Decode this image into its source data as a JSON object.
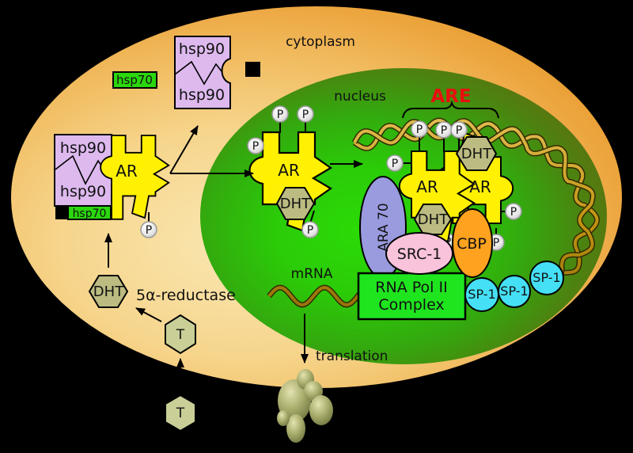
{
  "regions": {
    "cytoplasm": "cytoplasm",
    "nucleus": "nucleus"
  },
  "labels": {
    "hsp90": "hsp90",
    "hsp70": "hsp70",
    "ar": "AR",
    "dht": "DHT",
    "t": "T",
    "p": "P",
    "are": "ARE",
    "ara70": "ARA 70",
    "src1": "SRC-1",
    "cbp": "CBP",
    "sp1": "SP-1",
    "rna_pol_line1": "RNA Pol II",
    "rna_pol_line2": "Complex",
    "mrna": "mRNA",
    "translation": "translation",
    "reductase": "5α-reductase"
  },
  "colors": {
    "cell_orange": "#eda93f",
    "cell_light": "#f9e2a8",
    "nucleus_green": "#2bd906",
    "nucleus_edge": "#686c12",
    "hsp90_purple": "#ddb9ee",
    "hsp70_green": "#2bd70d",
    "ar_yellow": "#fff101",
    "dht_khaki": "#bcbc82",
    "t_khaki": "#c9cf97",
    "p_gray": "#e8e8e8",
    "ara70_purple": "#9a9adf",
    "src1_pink": "#f9c3dc",
    "cbp_orange": "#ffa21f",
    "sp1_cyan": "#45e0f5",
    "rnapol_green": "#1fe51f",
    "dna_gold": "#c9a012",
    "are_red": "#e90f0f",
    "ribosome_olive": "#9a9e60"
  }
}
